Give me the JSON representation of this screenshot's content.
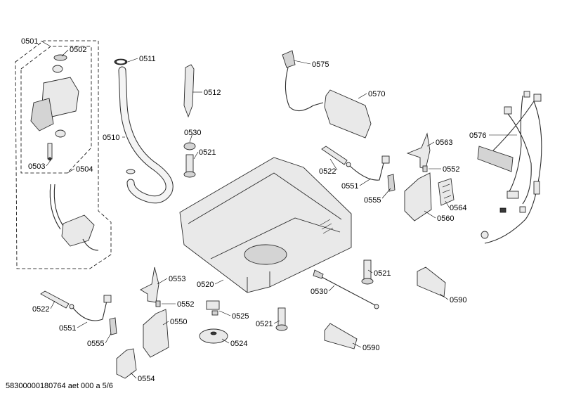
{
  "parts": {
    "p0501": "0501",
    "p0502": "0502",
    "p0503": "0503",
    "p0504": "0504",
    "p0510": "0510",
    "p0511": "0511",
    "p0512": "0512",
    "p0520": "0520",
    "p0521a": "0521",
    "p0521b": "0521",
    "p0521c": "0521",
    "p0522a": "0522",
    "p0522b": "0522",
    "p0524": "0524",
    "p0525": "0525",
    "p0530a": "0530",
    "p0530b": "0530",
    "p0550": "0550",
    "p0551a": "0551",
    "p0551b": "0551",
    "p0552a": "0552",
    "p0552b": "0552",
    "p0553": "0553",
    "p0554": "0554",
    "p0555a": "0555",
    "p0555b": "0555",
    "p0560": "0560",
    "p0563": "0563",
    "p0564": "0564",
    "p0570": "0570",
    "p0575": "0575",
    "p0576": "0576",
    "p0590a": "0590",
    "p0590b": "0590"
  },
  "footer": "58300000180764 aet 000 a 5/6"
}
